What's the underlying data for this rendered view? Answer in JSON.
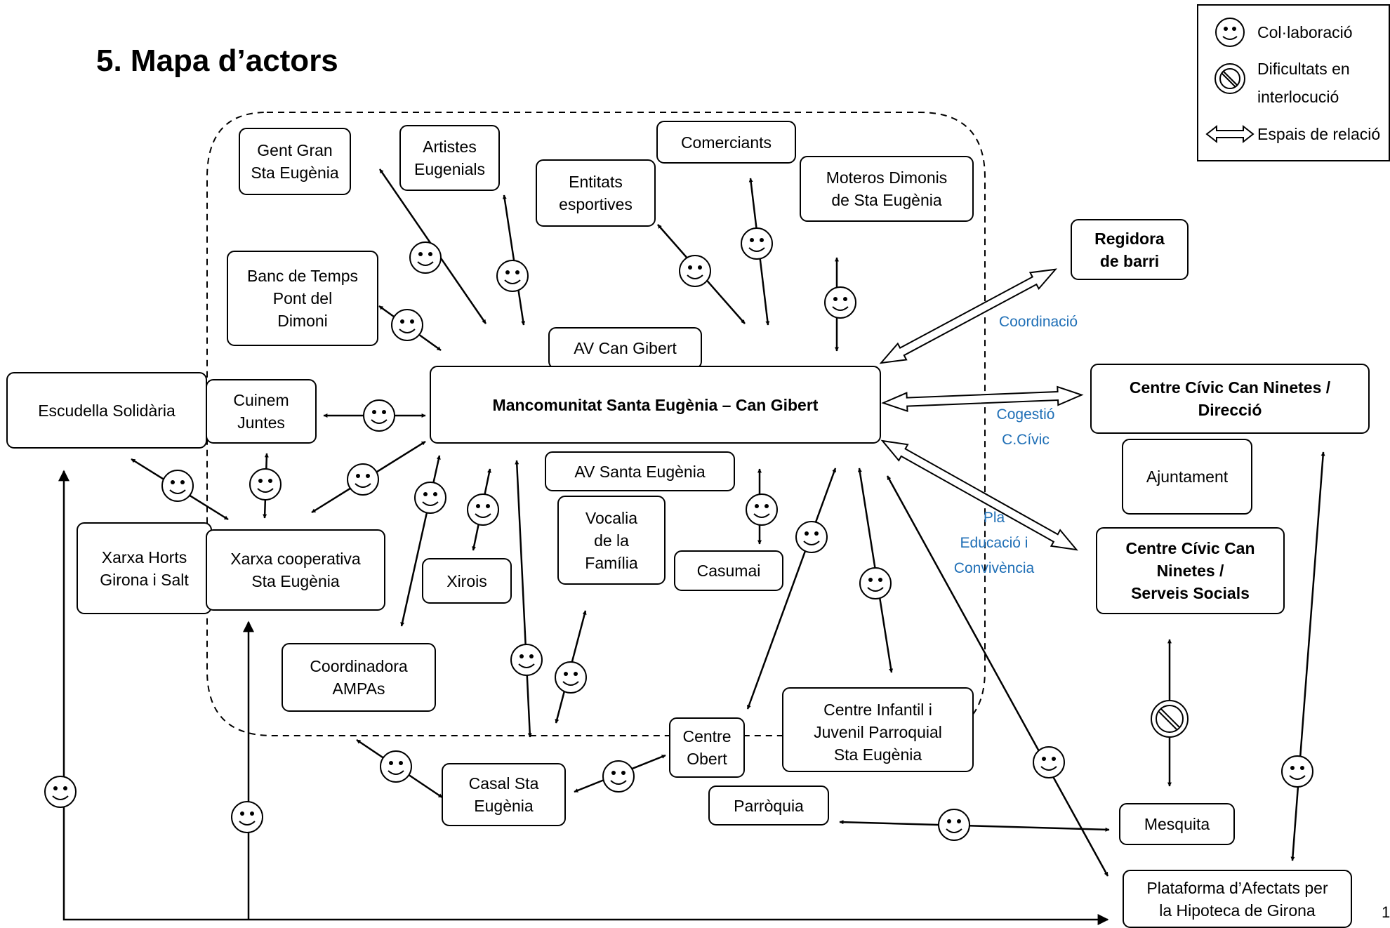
{
  "title": "5. Mapa d’actors",
  "legend": {
    "collaboration": "Col·laboració",
    "difficulties": "Dificultats en\ninterlocució",
    "relation_spaces": "Espais de relació"
  },
  "nodes": {
    "gent_gran": "Gent Gran\nSta Eugènia",
    "artistes": "Artistes\nEugenials",
    "comerciants": "Comerciants",
    "entitats": "Entitats\nesportives",
    "moteros": "Moteros Dimonis\nde Sta Eugènia",
    "banc_temps": "Banc de Temps\nPont del\nDimoni",
    "av_can_gibert": "AV Can Gibert",
    "mancomunitat": "Mancomunitat Santa Eugènia – Can Gibert",
    "escudella": "Escudella Solidària",
    "cuinem": "Cuinem\nJuntes",
    "av_santa_eugenia": "AV Santa Eugènia",
    "vocalia": "Vocalia\nde la\nFamília",
    "casumai": "Casumai",
    "xirois": "Xirois",
    "xarxa_horts": "Xarxa Horts\nGirona i Salt",
    "xarxa_coop": "Xarxa cooperativa\nSta Eugènia",
    "coordinadora": "Coordinadora\nAMPAs",
    "casal": "Casal Sta\nEugènia",
    "centre_obert": "Centre\nObert",
    "centre_infantil": "Centre Infantil i\nJuvenil Parroquial\nSta Eugènia",
    "parroquia": "Parròquia",
    "regidora": "Regidora\nde barri",
    "cc_direccio": "Centre Cívic Can Ninetes /\nDirecció",
    "ajuntament": "Ajuntament",
    "cc_serveis": "Centre Cívic Can\nNinetes /\nServeis Socials",
    "mesquita": "Mesquita",
    "plataforma": "Plataforma d’Afectats per\nla Hipoteca de Girona"
  },
  "edge_labels": {
    "coordinacio": "Coordinació",
    "cogestio": "Cogestió\nC.Cívic",
    "pla": "Pla\nEducació i\nConvivència"
  },
  "page_number": "1",
  "icons": [
    "smiley-icon",
    "prohibited-icon",
    "double-arrow-icon"
  ],
  "colors": {
    "edge_label": "#1f6fb6",
    "line": "#000000"
  }
}
